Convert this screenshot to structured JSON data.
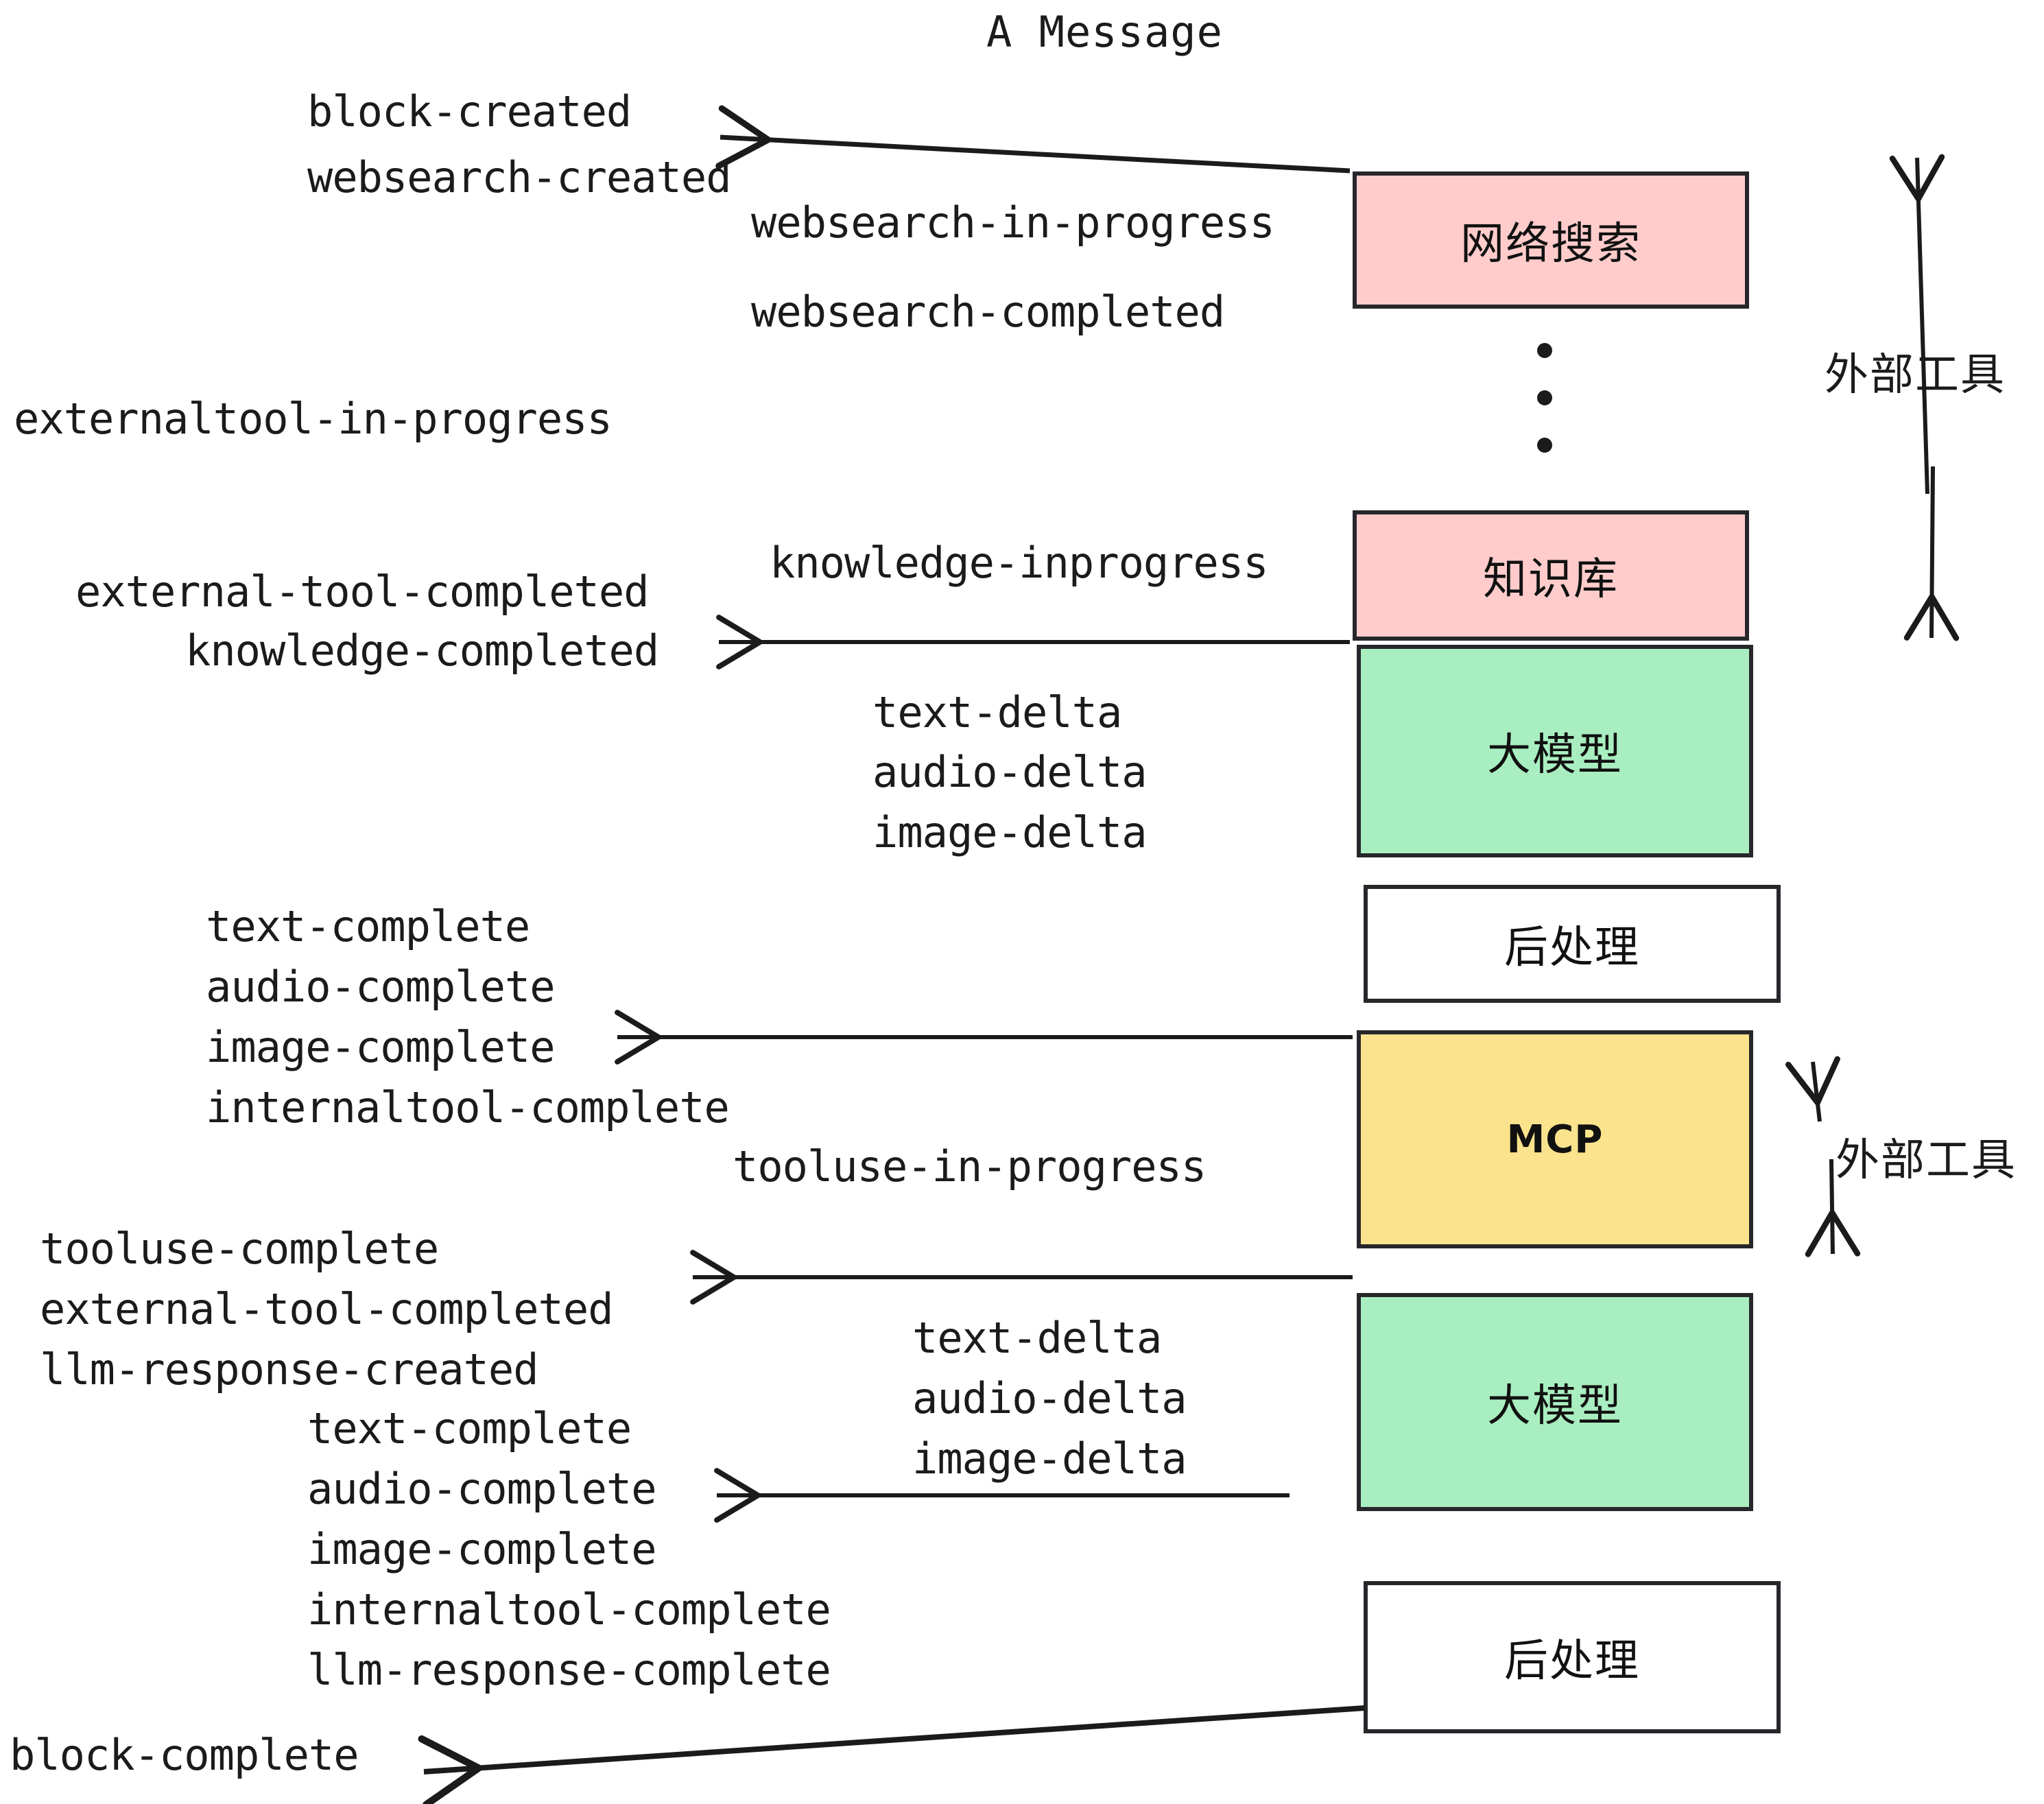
{
  "title": "A Message",
  "colors": {
    "pink": "#ffcccb",
    "green": "#a9eec0",
    "yellow": "#fae38c",
    "white": "#ffffff",
    "stroke": "#26262b",
    "text": "#1b1b1b"
  },
  "boxes": [
    {
      "id": "websearch",
      "label": "网络搜索",
      "fill": "#ffcccb",
      "script": "cjk"
    },
    {
      "id": "knowledge-base",
      "label": "知识库",
      "fill": "#ffcccb",
      "script": "cjk"
    },
    {
      "id": "llm-top",
      "label": "大模型",
      "fill": "#a9eec0",
      "script": "cjk"
    },
    {
      "id": "postprocess-top",
      "label": "后处理",
      "fill": "#ffffff",
      "script": "cjk"
    },
    {
      "id": "mcp",
      "label": "MCP",
      "fill": "#fae38c",
      "script": "latin"
    },
    {
      "id": "llm-bottom",
      "label": "大模型",
      "fill": "#a9eec0",
      "script": "cjk"
    },
    {
      "id": "postprocess-bottom",
      "label": "后处理",
      "fill": "#ffffff",
      "script": "cjk"
    }
  ],
  "side_labels": [
    {
      "id": "external-tools-top",
      "label": "外部工具"
    },
    {
      "id": "external-tools-bottom",
      "label": "外部工具"
    }
  ],
  "events": [
    {
      "id": "block-created",
      "label": "block-created"
    },
    {
      "id": "websearch-created",
      "label": "websearch-created"
    },
    {
      "id": "websearch-in-progress",
      "label": "websearch-in-progress"
    },
    {
      "id": "websearch-completed",
      "label": "websearch-completed"
    },
    {
      "id": "externaltool-in-progress",
      "label": "externaltool-in-progress"
    },
    {
      "id": "knowledge-inprogress",
      "label": "knowledge-inprogress"
    },
    {
      "id": "external-tool-completed-1",
      "label": "external-tool-completed"
    },
    {
      "id": "knowledge-completed",
      "label": "knowledge-completed"
    },
    {
      "id": "text-delta-1",
      "label": "text-delta"
    },
    {
      "id": "audio-delta-1",
      "label": "audio-delta"
    },
    {
      "id": "image-delta-1",
      "label": "image-delta"
    },
    {
      "id": "text-complete-1",
      "label": "text-complete"
    },
    {
      "id": "audio-complete-1",
      "label": "audio-complete"
    },
    {
      "id": "image-complete-1",
      "label": "image-complete"
    },
    {
      "id": "internaltool-complete-1",
      "label": "internaltool-complete"
    },
    {
      "id": "tooluse-in-progress",
      "label": "tooluse-in-progress"
    },
    {
      "id": "tooluse-complete",
      "label": "tooluse-complete"
    },
    {
      "id": "external-tool-completed-2",
      "label": "external-tool-completed"
    },
    {
      "id": "llm-response-created",
      "label": "llm-response-created"
    },
    {
      "id": "text-delta-2",
      "label": "text-delta"
    },
    {
      "id": "audio-delta-2",
      "label": "audio-delta"
    },
    {
      "id": "image-delta-2",
      "label": "image-delta"
    },
    {
      "id": "text-complete-2",
      "label": "text-complete"
    },
    {
      "id": "audio-complete-2",
      "label": "audio-complete"
    },
    {
      "id": "image-complete-2",
      "label": "image-complete"
    },
    {
      "id": "internaltool-complete-2",
      "label": "internaltool-complete"
    },
    {
      "id": "llm-response-complete",
      "label": "llm-response-complete"
    },
    {
      "id": "block-complete",
      "label": "block-complete"
    }
  ],
  "ellipsis": {
    "id": "vertical-ellipsis",
    "dots": 3
  }
}
